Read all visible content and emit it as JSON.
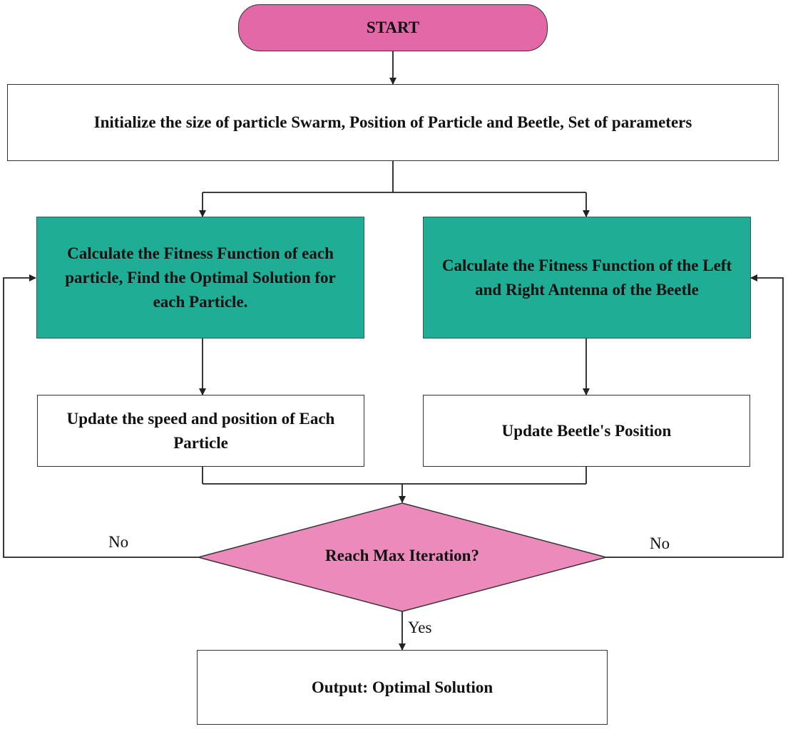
{
  "flowchart": {
    "start": "START",
    "initialize": "Initialize the size of particle Swarm, Position of Particle and Beetle, Set of parameters",
    "particle_fitness": "Calculate the Fitness Function of each particle, Find the Optimal Solution for each Particle.",
    "beetle_fitness": "Calculate the Fitness Function of the Left and Right Antenna of the Beetle",
    "update_particle": "Update the speed and position of Each Particle",
    "update_beetle": "Update Beetle's Position",
    "decision": "Reach Max Iteration?",
    "no_left": "No",
    "no_right": "No",
    "yes": "Yes",
    "output": "Output: Optimal Solution"
  },
  "colors": {
    "start_fill": "#e368a8",
    "process_fill": "#1fad95",
    "decision_fill": "#eb8abb",
    "box_fill": "#ffffff",
    "line": "#222222"
  }
}
